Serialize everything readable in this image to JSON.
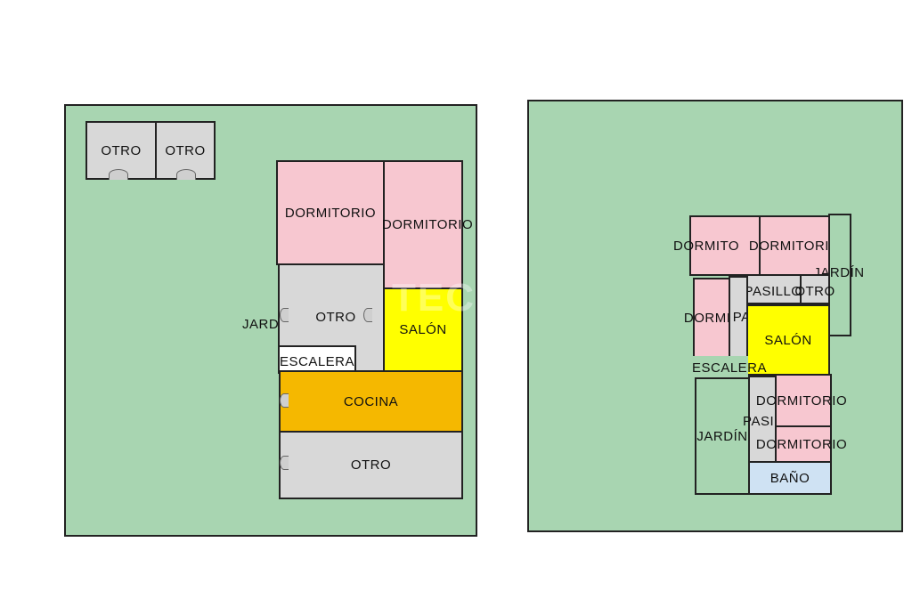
{
  "colors": {
    "garden": "#a8d5b1",
    "dormitorio": "#f7c7d0",
    "otro": "#d8d8d8",
    "salon": "#ffff00",
    "cocina": "#f5b800",
    "bano": "#cfe2f3",
    "escalera": "#ffffff"
  },
  "floor_left": {
    "rooms": {
      "otro_shed_1": "OTRO",
      "otro_shed_2": "OTRO",
      "dormitorio_1": "DORMITORIO",
      "dormitorio_2": "DORMITORIO",
      "otro_center": "OTRO",
      "jardin": "JARD",
      "salon": "SALÓN",
      "escalera": "ESCALERA",
      "cocina": "COCINA",
      "otro_bottom": "OTRO"
    }
  },
  "floor_right": {
    "rooms": {
      "dormitorio_top_1": "DORMITO",
      "dormitorio_top_2": "DORMITORIO",
      "jardin_right": "JARDÍN",
      "pasillo_top": "PASILLO",
      "otro_small": "OTRO",
      "dormitorio_left": "DORMITORIO",
      "paso": "PASO",
      "salon": "SALÓN",
      "escalera": "ESCALERA",
      "pasillo_lower": "PASIL",
      "dormitorio_lower_1": "DORMITORIO",
      "jardin_left": "JARDÍN",
      "dormitorio_lower_2": "DORMITORIO",
      "bano": "BAÑO"
    }
  }
}
